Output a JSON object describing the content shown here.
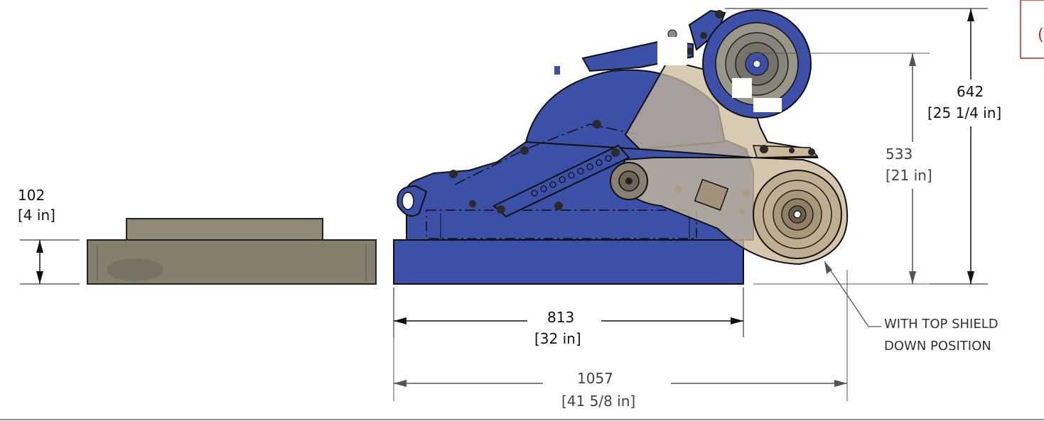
{
  "colors": {
    "machine_blue": "#3c50a8",
    "machine_blue_dark": "#2a3a86",
    "shield_tan": "#c9b99a",
    "base_gray": "#8f8a78",
    "stamp_red": "#cc2222",
    "line": "#111111"
  },
  "dimensions": {
    "base_height": {
      "mm": "102",
      "inch": "[4 in]"
    },
    "height_shield_down": {
      "mm": "533",
      "inch": "[21 in]"
    },
    "overall_height": {
      "mm": "642",
      "inch": "[25 1/4 in]"
    },
    "base_length": {
      "mm": "813",
      "inch": "[32 in]"
    },
    "overall_length": {
      "mm": "1057",
      "inch": "[41 5/8 in]"
    }
  },
  "callout": {
    "line1": "WITH TOP SHIELD",
    "line2": "DOWN POSITION"
  },
  "stamp": {
    "text": "("
  }
}
